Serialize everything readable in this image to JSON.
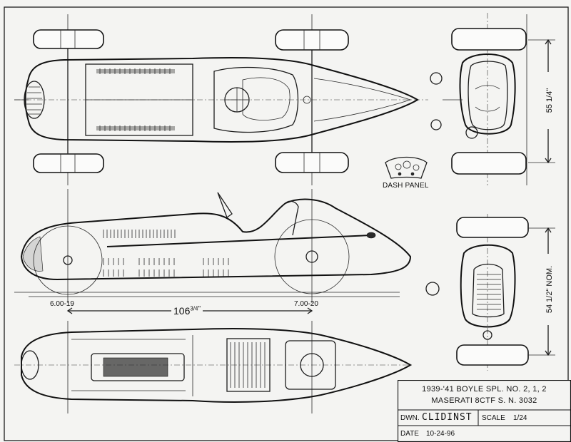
{
  "dims": {
    "width_front": "55 1/4\"",
    "width_rear": "54 1/2\" NOM.",
    "wheelbase": "106",
    "wheelbase_frac": "3/4",
    "wheelbase_unit": "\"",
    "front_tire": "6.00-19",
    "rear_tire": "7.00-20"
  },
  "dash_label": "DASH PANEL",
  "title_block": {
    "line1": "1939-'41 BOYLE SPL. NO. 2, 1, 2",
    "line2": "MASERATI 8CTF S. N. 3032",
    "drawn_label": "DWN.",
    "drawn_value": "CLIDINST",
    "scale_label": "SCALE",
    "scale_value": "1/24",
    "date_label": "DATE",
    "date_value": "10-24-96"
  }
}
